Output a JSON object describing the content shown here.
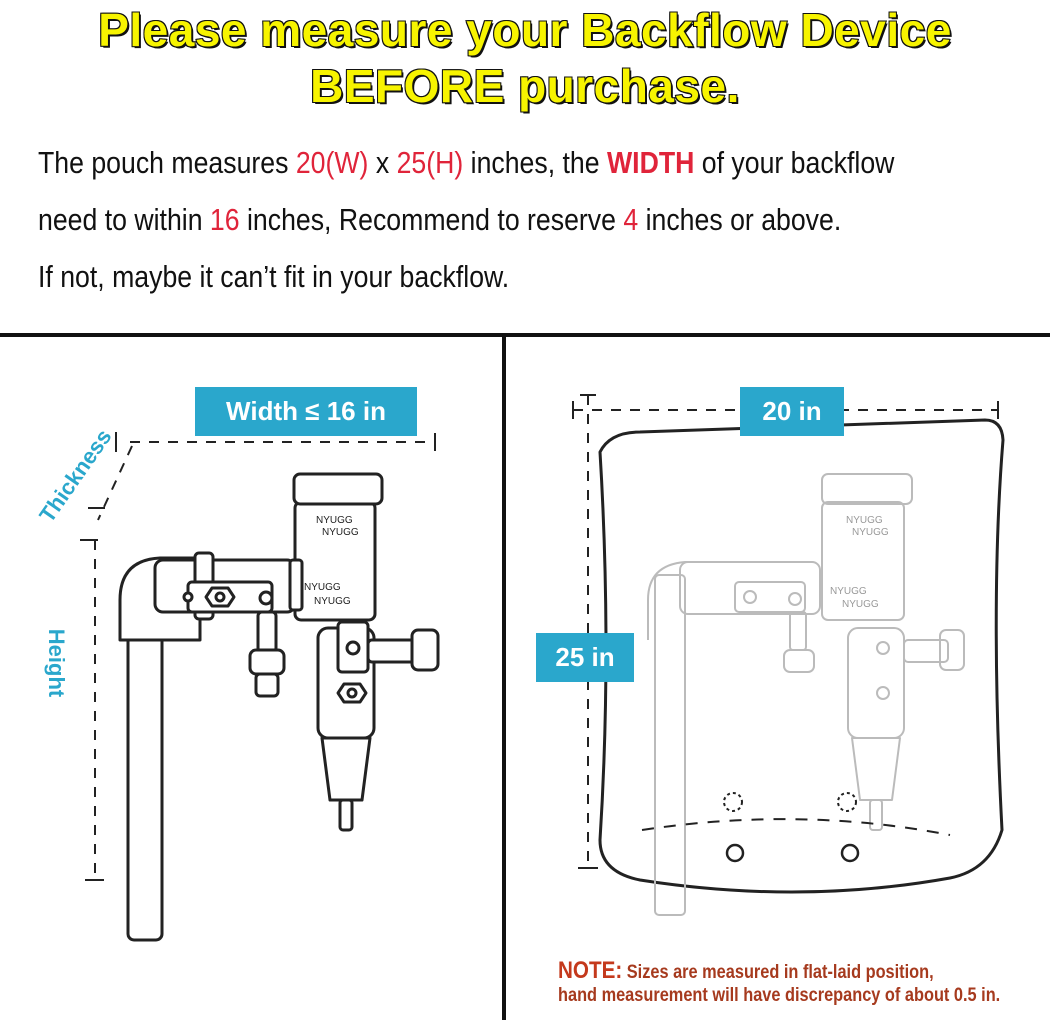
{
  "headline": {
    "line1": "Please measure  your Backflow Device",
    "line2": "BEFORE purchase."
  },
  "instructions": {
    "line1": {
      "t1": "The  pouch measures ",
      "w": "20(W)",
      "x": " x ",
      "h": "25(H)",
      "t2": " inches, the ",
      "width_word": "WIDTH",
      "t3": " of your backflow"
    },
    "line2": {
      "t1": "need to within ",
      "n16": "16",
      "t2": " inches, Recommend to reserve ",
      "n4": "4",
      "t3": " inches or above."
    },
    "line3": "If not, maybe it can’t fit in your backflow."
  },
  "left_panel": {
    "width_label": "Width ≤ 16 in",
    "thickness_label": "Thickness",
    "height_label": "Height",
    "valve_text_a": "NYUGG",
    "valve_text_b": "NYUGG"
  },
  "right_panel": {
    "width_label": "20 in",
    "height_label": "25 in"
  },
  "note": {
    "lead": "NOTE:",
    "line1": " Sizes are measured in flat-laid position,",
    "line2": "hand measurement will have discrepancy of about 0.5 in."
  },
  "colors": {
    "headline_fill": "#f7f400",
    "accent_red": "#e0243a",
    "label_blue": "#2aa7cc",
    "note_brown": "#a63a1e"
  }
}
